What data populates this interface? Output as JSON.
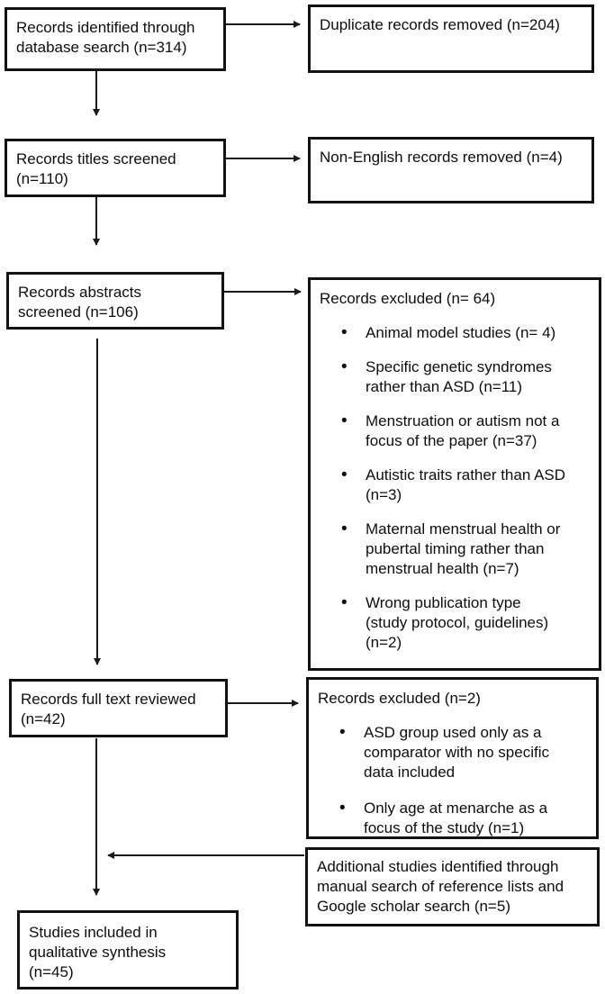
{
  "figure": {
    "type": "prisma-flow-diagram",
    "colors": {
      "background": "#ffffff",
      "border": "#121212",
      "text": "#0e0e0e",
      "arrow": "#1a1a1a"
    },
    "boxes": {
      "identified": {
        "text": "Records identified through\ndatabase search (n=314)"
      },
      "duplicates_removed": {
        "text": "Duplicate records removed (n=204)"
      },
      "titles_screened": {
        "text": "Records titles screened\n(n=110)"
      },
      "non_english_removed": {
        "text": "Non-English records removed (n=4)"
      },
      "abstracts_screened": {
        "text": "Records abstracts\nscreened (n=106)"
      },
      "excluded_abstracts": {
        "title": "Records excluded (n= 64)",
        "bullets": [
          "Animal model studies (n= 4)",
          "Specific genetic syndromes\nrather than ASD (n=11)",
          "Menstruation or autism not a\nfocus of the paper (n=37)",
          "Autistic traits rather than ASD\n(n=3)",
          "Maternal menstrual health or\npubertal timing rather than\nmenstrual health (n=7)",
          "Wrong publication type\n(study protocol, guidelines)\n(n=2)"
        ]
      },
      "full_text_reviewed": {
        "text": "Records full text reviewed\n(n=42)"
      },
      "excluded_full_text": {
        "title": "Records excluded (n=2)",
        "bullets": [
          "ASD group used only as a\ncomparator with no specific\ndata included",
          "Only age at menarche as a\nfocus of the study (n=1)"
        ]
      },
      "additional_studies": {
        "text": "Additional studies identified through\nmanual search of reference lists and\nGoogle scholar search (n=5)"
      },
      "included": {
        "text": "Studies included in\nqualitative synthesis\n(n=45)"
      }
    },
    "edges": [
      {
        "from": "identified",
        "to": "duplicates_removed"
      },
      {
        "from": "identified",
        "to": "titles_screened"
      },
      {
        "from": "titles_screened",
        "to": "non_english_removed"
      },
      {
        "from": "titles_screened",
        "to": "abstracts_screened"
      },
      {
        "from": "abstracts_screened",
        "to": "excluded_abstracts"
      },
      {
        "from": "abstracts_screened",
        "to": "full_text_reviewed"
      },
      {
        "from": "full_text_reviewed",
        "to": "excluded_full_text"
      },
      {
        "from": "full_text_reviewed",
        "to": "included"
      },
      {
        "from": "additional_studies",
        "to": "included"
      }
    ]
  }
}
